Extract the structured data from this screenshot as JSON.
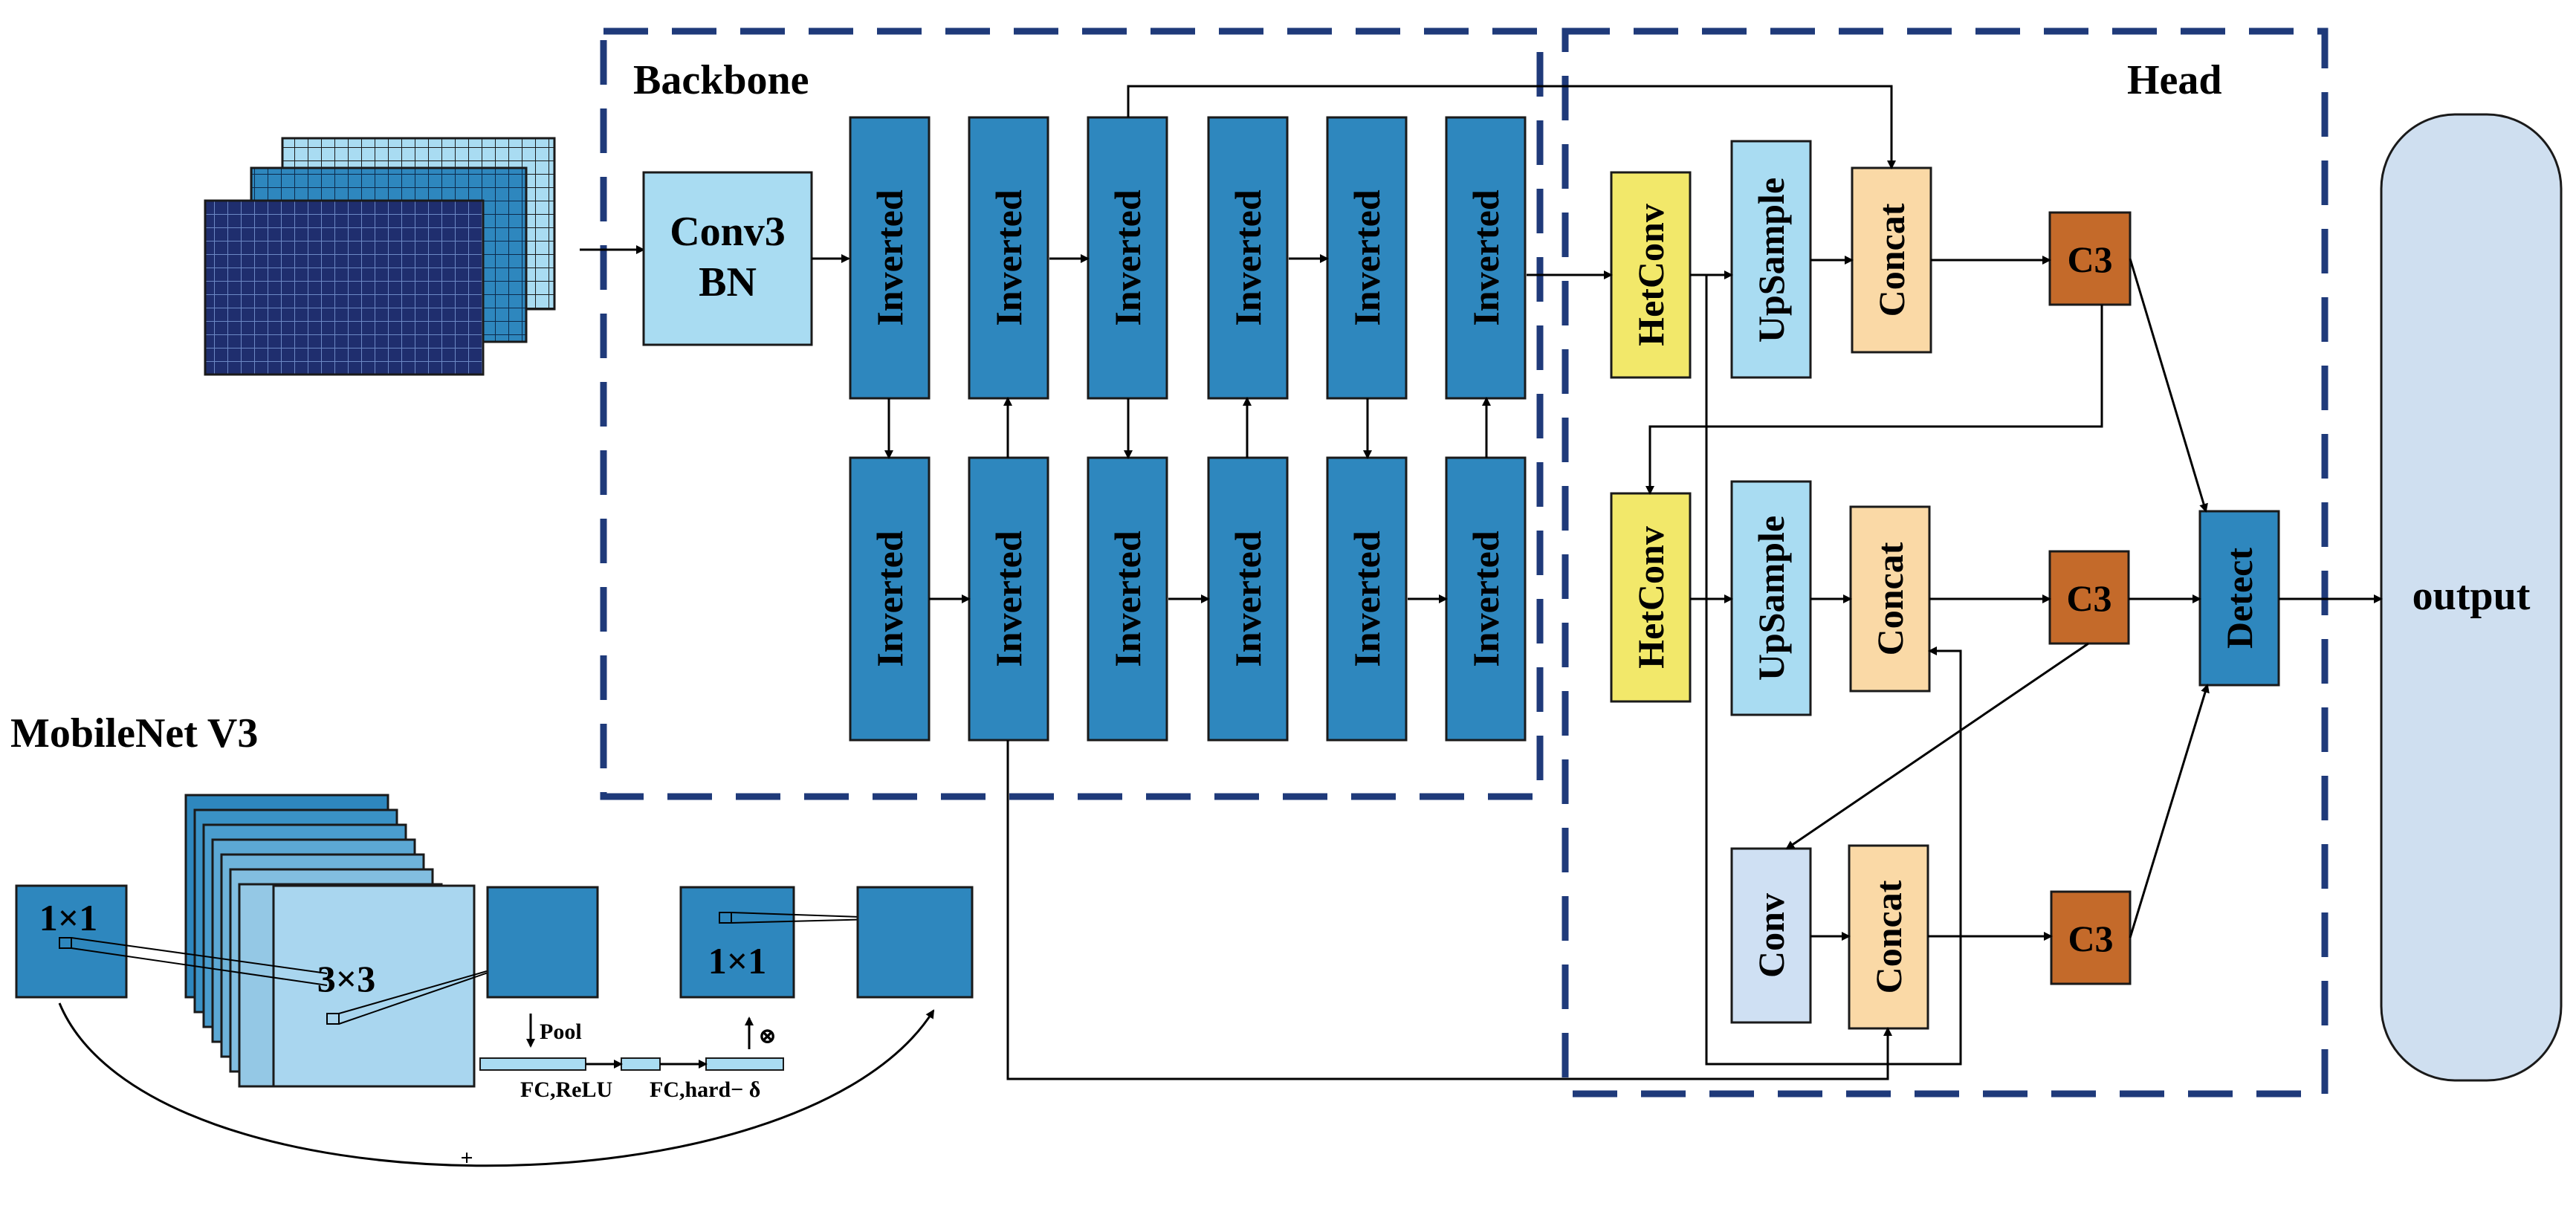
{
  "sections": {
    "backbone": "Backbone",
    "head": "Head",
    "mobilenet": "MobileNet V3"
  },
  "blocks": {
    "conv3_line1": "Conv3",
    "conv3_line2": "BN",
    "inverted": "Inverted",
    "hetconv": "HetConv",
    "upsample": "UpSample",
    "concat": "Concat",
    "c3": "C3",
    "detect": "Detect",
    "conv": "Conv",
    "output": "output"
  },
  "mobilenet": {
    "k1x1_a": "1×1",
    "k3x3": "3×3",
    "k1x1_b": "1×1",
    "pool": "Pool",
    "mult": "⊗",
    "fc_relu": "FC,ReLU",
    "fc_hard": "FC,hard− δ",
    "plus": "+"
  },
  "colors": {
    "inverted_fill": "#2E87BE",
    "block_stroke": "#1a1a1a",
    "conv3_fill": "#A9DCF2",
    "hetconv_fill": "#F2E86A",
    "upsample_fill": "#A9DCF2",
    "concat_fill": "#FAD9A6",
    "c3_fill": "#C46A2A",
    "detect_fill": "#2E87BE",
    "conv_fill": "#CFE0F3",
    "output_fill": "#CFDFF0",
    "dash_stroke": "#1F3A7A",
    "grid_dark": "#1F2E6E"
  }
}
